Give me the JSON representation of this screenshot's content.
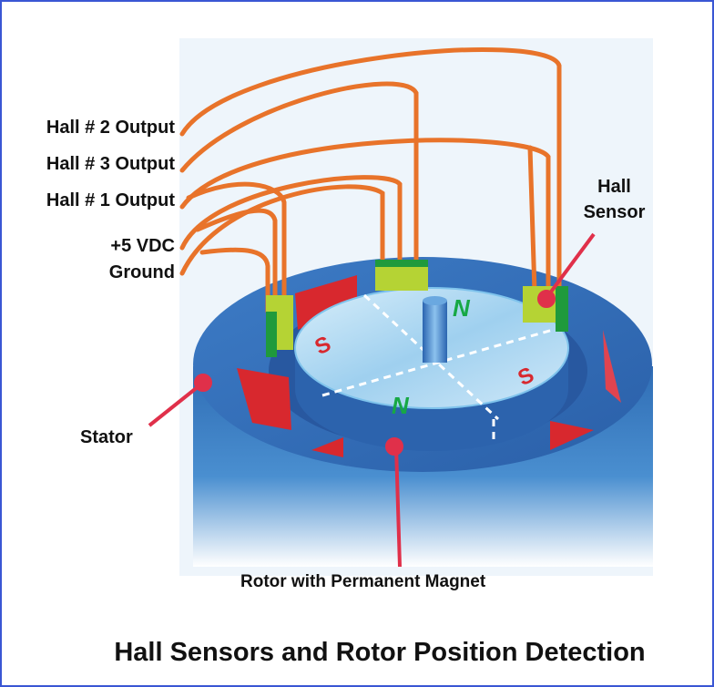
{
  "labels": {
    "hall2": "Hall # 2 Output",
    "hall3": "Hall # 3 Output",
    "hall1": "Hall # 1 Output",
    "vdc": "+5 VDC",
    "ground": "Ground",
    "hall_sensor_line1": "Hall",
    "hall_sensor_line2": "Sensor",
    "stator": "Stator",
    "rotor": "Rotor with Permanent Magnet"
  },
  "poles": {
    "n": "N",
    "s": "S"
  },
  "title": "Hall Sensors and Rotor Position Detection",
  "colors": {
    "frame": "#3a56d4",
    "wire": "#e8732a",
    "stator": "#2f6db5",
    "magnet": "#d8282e",
    "sensor": "#b5d334",
    "pointer": "#e0304a",
    "north": "#17a845"
  }
}
